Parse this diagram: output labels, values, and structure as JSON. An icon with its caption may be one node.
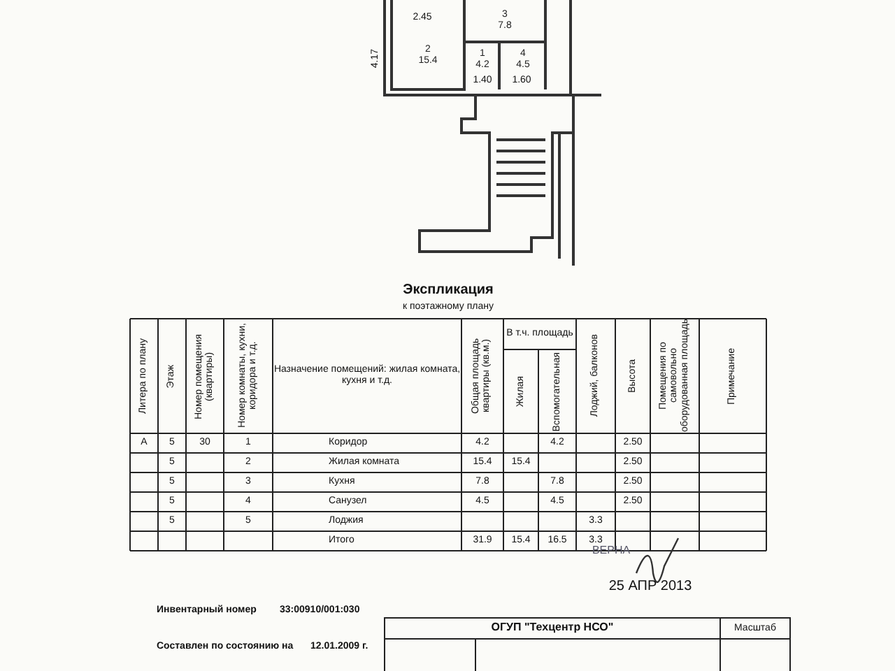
{
  "diagram": {
    "nodes": [
      {
        "text": [
          "2",
          "15.4"
        ]
      },
      {
        "text": [
          "3",
          "7.8"
        ]
      },
      {
        "text": [
          "1",
          "4.2"
        ]
      },
      {
        "text": [
          "4",
          "4.5"
        ]
      }
    ],
    "labels": [
      "2.45",
      "4.17",
      "1.40",
      "1.60",
      "Экспликация",
      "к поэтажному плану",
      "Литера по плану",
      "Этаж",
      "Номер помещения (квартиры)",
      "Номер комнаты, кухни, коридора и т.д.",
      "Назначение помещений: жилая комната, кухня и т.д.",
      "Общая площадь квартиры (кв.м.)",
      "В т.ч. площадь",
      "Лоджий, балконов",
      "Высота",
      "Помещения по самовольно оборудованная площадь",
      "Примечание",
      "Жилая",
      "Вспомогательная",
      "А",
      "5",
      "30",
      "1",
      "Коридор",
      "4.2",
      "4.2",
      "2.50",
      "5",
      "2",
      "Жилая комната",
      "15.4",
      "15.4",
      "2.50",
      "5",
      "3",
      "Кухня",
      "7.8",
      "7.8",
      "2.50",
      "5",
      "4",
      "Санузел",
      "4.5",
      "4.5",
      "2.50",
      "5",
      "5",
      "Лоджия",
      "3.3",
      "Итого",
      "31.9",
      "15.4",
      "16.5",
      "3.3",
      "ВЕРНА",
      "25 АПР 2013",
      "Инвентарный номер",
      "33:00910/001:030",
      "Составлен по состоянию на",
      "12.01.2009 г.",
      "ОГУП \"Техцентр НСО\"",
      "Масштаб"
    ]
  }
}
